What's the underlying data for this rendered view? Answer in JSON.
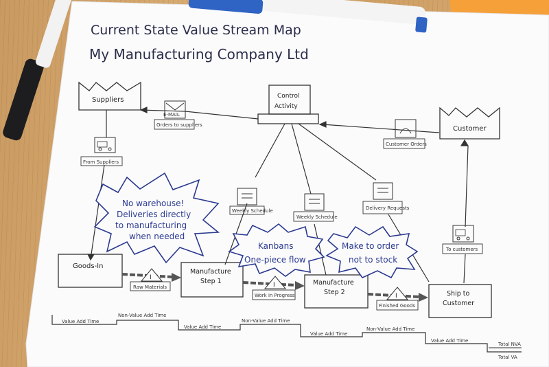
{
  "sheet": {
    "title_line1": "Current State Value Stream Map",
    "title_line2": "My Manufacturing Company Ltd"
  },
  "entities": {
    "suppliers": "Suppliers",
    "control_line1": "Control",
    "control_line2": "Activity",
    "customer": "Customer"
  },
  "info_flows": {
    "email": "E-MAIL",
    "orders_to_suppliers": "Orders to suppliers",
    "customer_orders": "Customer Orders",
    "weekly_schedule_1": "Weekly Schedule",
    "weekly_schedule_2": "Weekly Schedule",
    "delivery_requests": "Delivery Requests",
    "from_suppliers": "From Suppliers",
    "to_customers": "To customers"
  },
  "processes": {
    "goods_in": "Goods-In",
    "step1_line1": "Manufacture",
    "step1_line2": "Step 1",
    "step2_line1": "Manufacture",
    "step2_line2": "Step 2",
    "ship_line1": "Ship to",
    "ship_line2": "Customer"
  },
  "inventory": {
    "raw": "Raw Materials",
    "wip": "Work in Progress",
    "finished": "Finished Goods",
    "marker": "I"
  },
  "notes": {
    "warehouse_l1": "No warehouse!",
    "warehouse_l2": "Deliveries directly",
    "warehouse_l3": "to manufacturing",
    "warehouse_l4": "when needed",
    "kanban_l1": "Kanbans",
    "kanban_l2": "One-piece flow",
    "mto_l1": "Make to order",
    "mto_l2": "not to stock"
  },
  "timeline": {
    "va_1": "Value Add Time",
    "nva_1": "Non-Value Add Time",
    "va_2": "Value Add Time",
    "nva_2": "Non-Value Add Time",
    "va_3": "Value Add Time",
    "nva_3": "Non-Value Add Time",
    "va_4": "Value Add Time",
    "total_nva": "Total NVA",
    "total_va": "Total VA"
  },
  "colors": {
    "desk": "#d4a76c",
    "paper": "#fbfbfc",
    "ink": "#2a2d4a",
    "note_ink": "#2b3a8f",
    "sticky": "#f7a23a",
    "marker_cap": "#2f63c4"
  }
}
